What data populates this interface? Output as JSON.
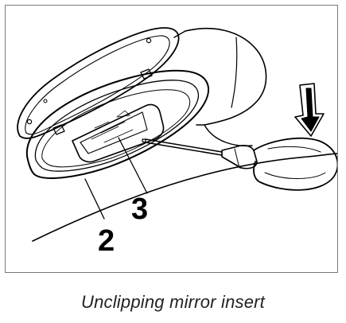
{
  "figure": {
    "callouts": [
      {
        "id": "2",
        "label": "2",
        "refers_to": "mirror-surround-trim"
      },
      {
        "id": "3",
        "label": "3",
        "refers_to": "mirror-insert"
      }
    ],
    "icons": {
      "press_arrow": "down-arrow-icon",
      "tool": "screwdriver-icon"
    },
    "colors": {
      "line": "#000000",
      "frame": "#7a7a7a",
      "background": "#ffffff"
    }
  },
  "caption": {
    "text": "Unclipping mirror insert"
  }
}
